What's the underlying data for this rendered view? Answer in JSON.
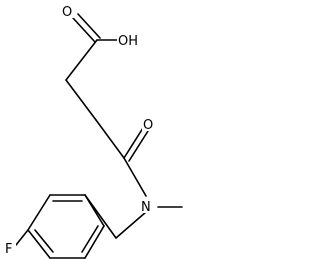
{
  "molecule": {
    "atoms": {
      "oxygen_carbonyl_acid": "O",
      "hydroxyl": "OH",
      "oxygen_amide": "O",
      "nitrogen": "N",
      "fluorine": "F"
    }
  },
  "colors": {
    "bond": "#000000",
    "label": "#000000",
    "background": "#ffffff"
  }
}
